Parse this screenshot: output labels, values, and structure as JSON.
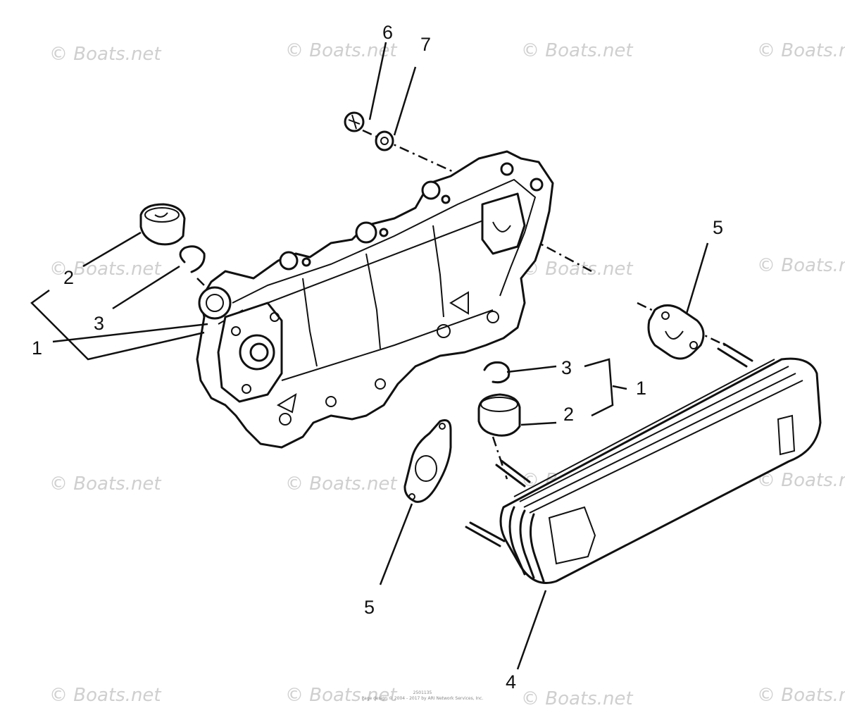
{
  "watermark": "© Boats.net",
  "callouts": {
    "c1_left": "1",
    "c2_left": "2",
    "c3_left": "3",
    "c6": "6",
    "c7": "7",
    "c5_top": "5",
    "c3_right": "3",
    "c1_right": "1",
    "c2_right": "2",
    "c5_bottom": "5",
    "c4": "4"
  },
  "footer": {
    "line1": "2501135",
    "line2": "Page design © 2004 - 2017 by ARI Network Services, Inc."
  }
}
